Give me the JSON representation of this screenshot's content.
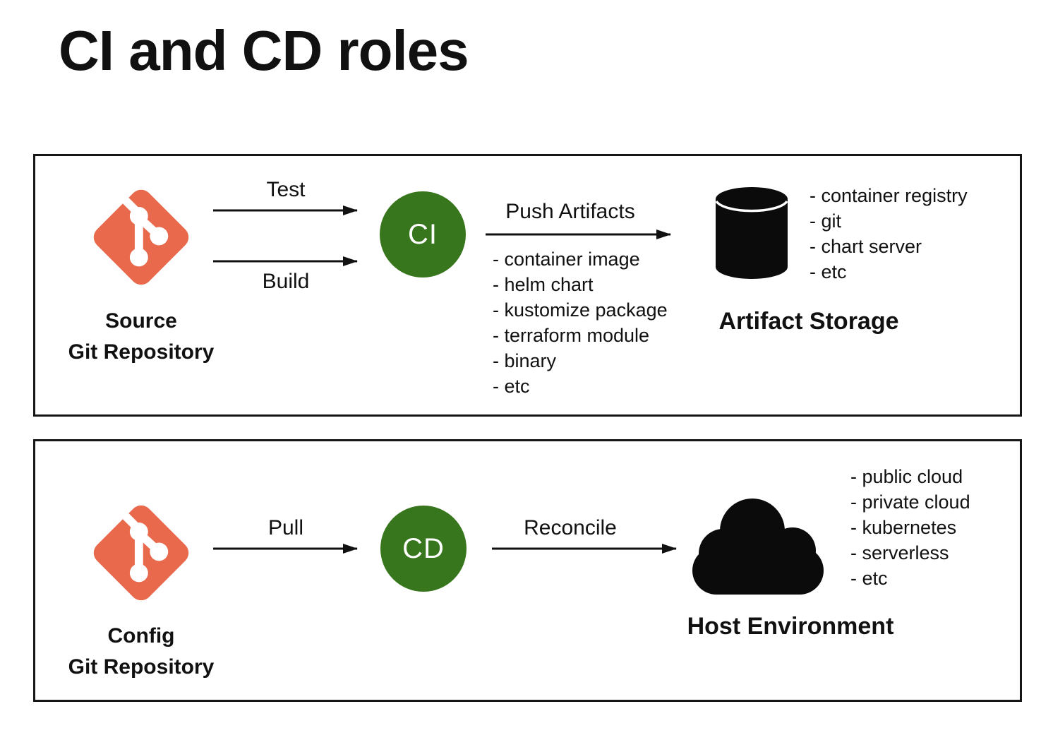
{
  "title": "CI and CD roles",
  "colors": {
    "git_orange": "#E8694C",
    "node_green": "#38761D",
    "ink": "#111111",
    "icon_black": "#0b0b0b"
  },
  "ci": {
    "repo_line1": "Source",
    "repo_line2": "Git Repository",
    "test_label": "Test",
    "build_label": "Build",
    "node_label": "CI",
    "push_label": "Push Artifacts",
    "artifact_items": [
      "- container image",
      "- helm chart",
      "- kustomize package",
      "- terraform module",
      "- binary",
      "- etc"
    ],
    "storage_items": [
      "- container registry",
      "- git",
      "- chart server",
      "- etc"
    ],
    "storage_label": "Artifact Storage"
  },
  "cd": {
    "repo_line1": "Config",
    "repo_line2": "Git Repository",
    "pull_label": "Pull",
    "node_label": "CD",
    "reconcile_label": "Reconcile",
    "host_items": [
      "- public cloud",
      "- private cloud",
      "- kubernetes",
      "- serverless",
      "- etc"
    ],
    "host_label": "Host Environment"
  }
}
